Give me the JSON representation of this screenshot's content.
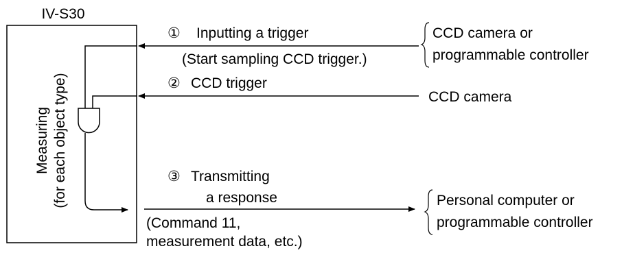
{
  "device": {
    "title": "IV-S30",
    "label_line1": "Measuring",
    "label_line2": "(for each object type)"
  },
  "signals": [
    {
      "marker": "①",
      "label": "Inputting a trigger",
      "note": "(Start sampling CCD trigger.)",
      "source_line1": "CCD camera or",
      "source_line2": "programmable controller"
    },
    {
      "marker": "②",
      "label": "CCD trigger",
      "source": "CCD camera"
    },
    {
      "marker": "③",
      "label_line1": "Transmitting",
      "label_line2": "a response",
      "note_line1": "(Command 11,",
      "note_line2": "measurement data, etc.)",
      "dest_line1": "Personal computer or",
      "dest_line2": "programmable controller"
    }
  ]
}
